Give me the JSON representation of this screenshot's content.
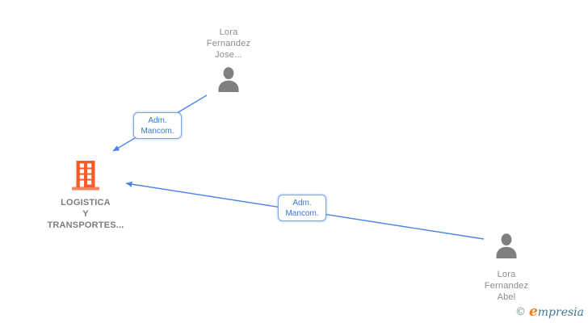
{
  "diagram": {
    "nodes": {
      "person_jose": {
        "type": "person",
        "name_lines": [
          "Lora",
          "Fernandez",
          "Jose..."
        ]
      },
      "company": {
        "type": "company",
        "name_lines": [
          "LOGISTICA",
          "Y",
          "TRANSPORTES..."
        ]
      },
      "person_abel": {
        "type": "person",
        "name_lines": [
          "Lora",
          "Fernandez",
          "Abel"
        ]
      }
    },
    "edges": {
      "jose_to_company": {
        "label": "Adm. Mancom."
      },
      "abel_to_company": {
        "label": "Adm. Mancom."
      }
    }
  },
  "branding": {
    "copyright_symbol": "©",
    "brand_initial": "e",
    "brand_rest": "mpresia"
  },
  "colors": {
    "edge_blue": "#4a86e8",
    "edge_label_text": "#3a77d6",
    "edge_label_border": "#7da3e8",
    "person_icon_gray": "#7f7f7f",
    "person_name_gray": "#8c8c8c",
    "company_name_gray": "#7d7d7d",
    "building_orange": "#fb5a29",
    "brand_orange": "#f08119",
    "brand_teal": "#42798f"
  }
}
